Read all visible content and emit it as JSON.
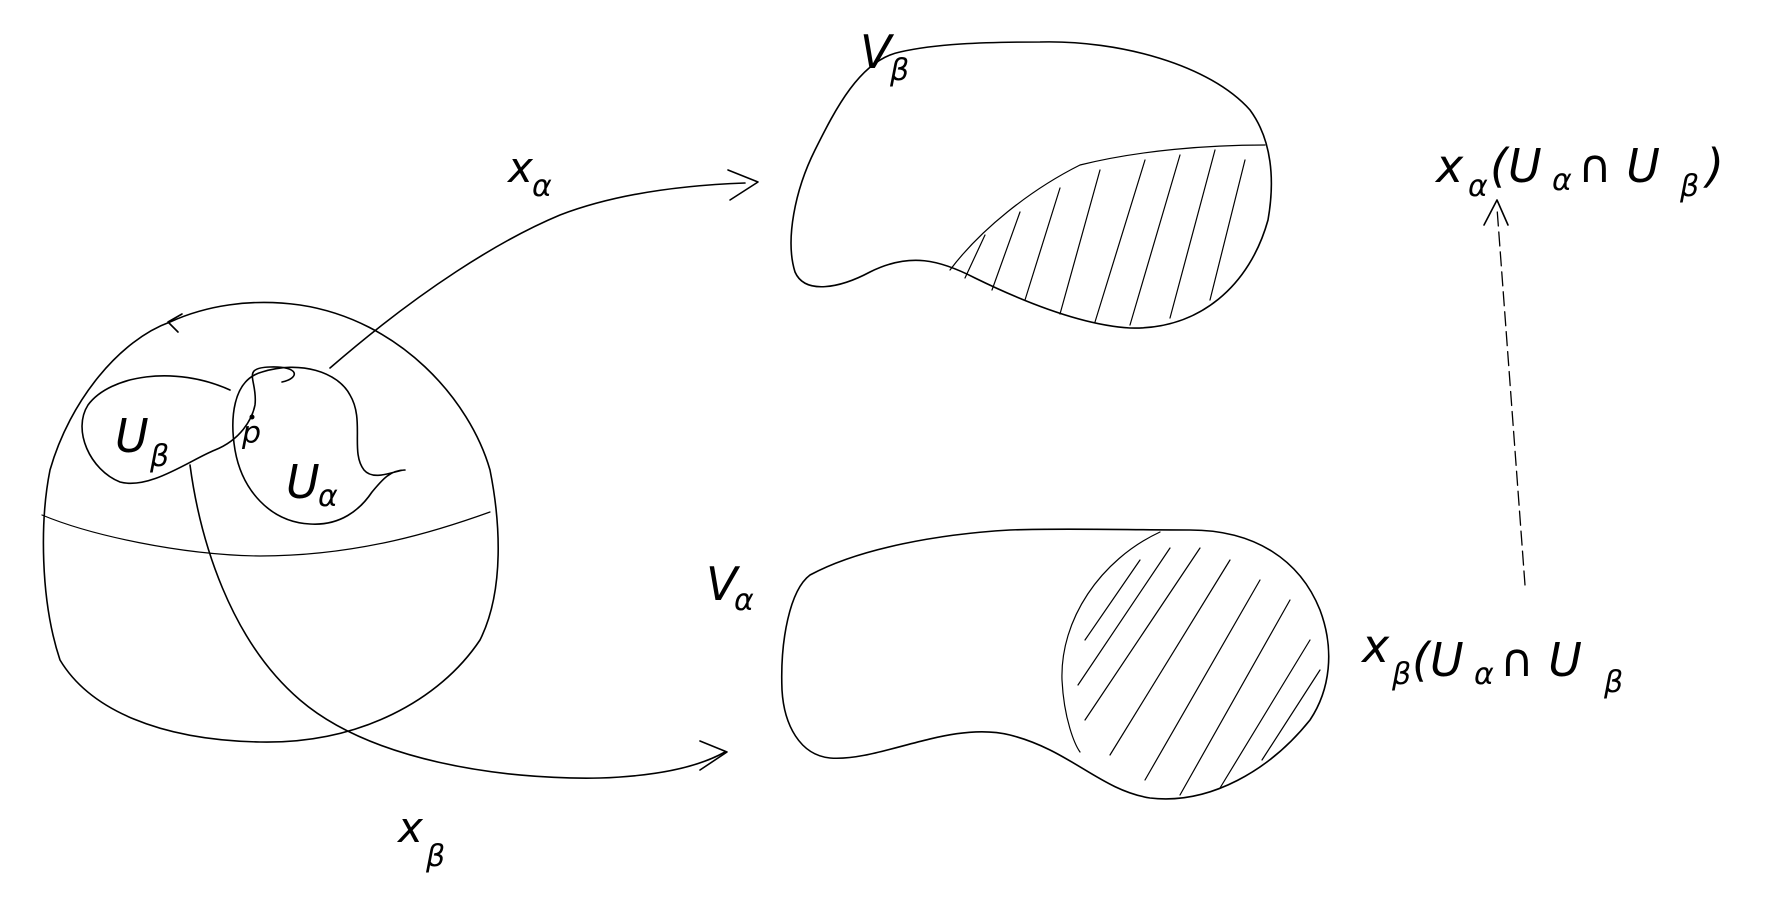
{
  "labels": {
    "x_alpha": "x",
    "x_alpha_sub": "α",
    "x_beta": "x",
    "x_beta_sub": "β",
    "V_beta": "V",
    "V_beta_sub": "β",
    "V_alpha": "V",
    "V_alpha_sub": "α",
    "U_beta": "U",
    "U_beta_sub": "β",
    "U_alpha": "U",
    "U_alpha_sub": "α",
    "p": "p",
    "top_right": "x",
    "top_right_sub": "α",
    "top_right_rest": "(U",
    "top_right_a": "α",
    "top_right_cap": "∩ U",
    "top_right_b": "β",
    "top_right_close": ")",
    "bottom_right": "x",
    "bottom_right_sub": "β",
    "bottom_right_rest": "(U",
    "bottom_right_a": "α",
    "bottom_right_cap": "∩ U",
    "bottom_right_b": "β"
  },
  "colors": {
    "ink": "#000000",
    "background": "#ffffff"
  }
}
